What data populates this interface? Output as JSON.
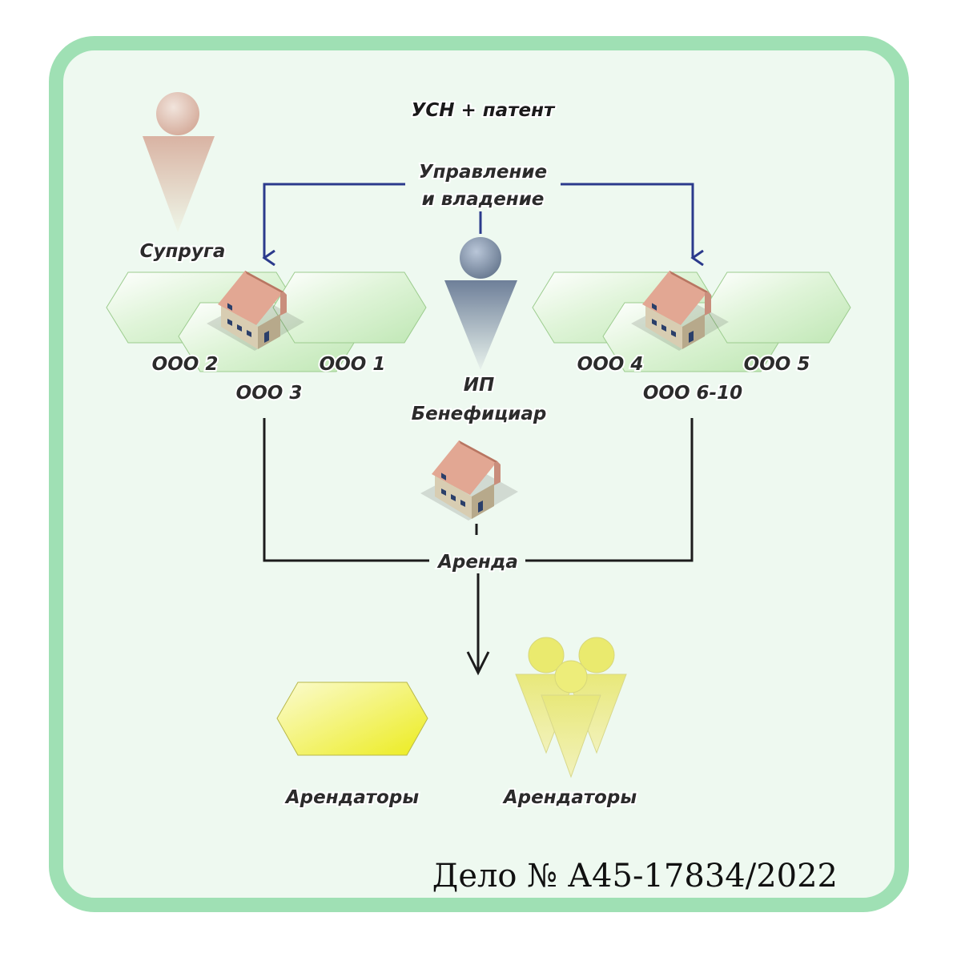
{
  "title": "УСН + патент",
  "management": {
    "line1": "Управление",
    "line2": "и владение"
  },
  "spouse": {
    "label": "Супруга"
  },
  "beneficiary": {
    "line1": "ИП",
    "line2": "Бенефициар"
  },
  "left_group": {
    "ooo_a": "ООО 2",
    "ooo_b": "ООО 1",
    "ooo_c": "ООО 3"
  },
  "right_group": {
    "ooo_a": "ООО 4",
    "ooo_b": "ООО 5",
    "ooo_c": "ООО 6-10"
  },
  "rent": {
    "label": "Аренда"
  },
  "tenants": {
    "left_label": "Арендаторы",
    "right_label": "Арендаторы"
  },
  "case_number": "Дело № А45-17834/2022",
  "colors": {
    "frame": "#9fe0b4",
    "background": "#eef9f0",
    "arrow_blue": "#2b3a8c",
    "line_black": "#1c1c1c",
    "hex_green": "#cbeec0",
    "tenant_yellow": "#ecec2a"
  }
}
